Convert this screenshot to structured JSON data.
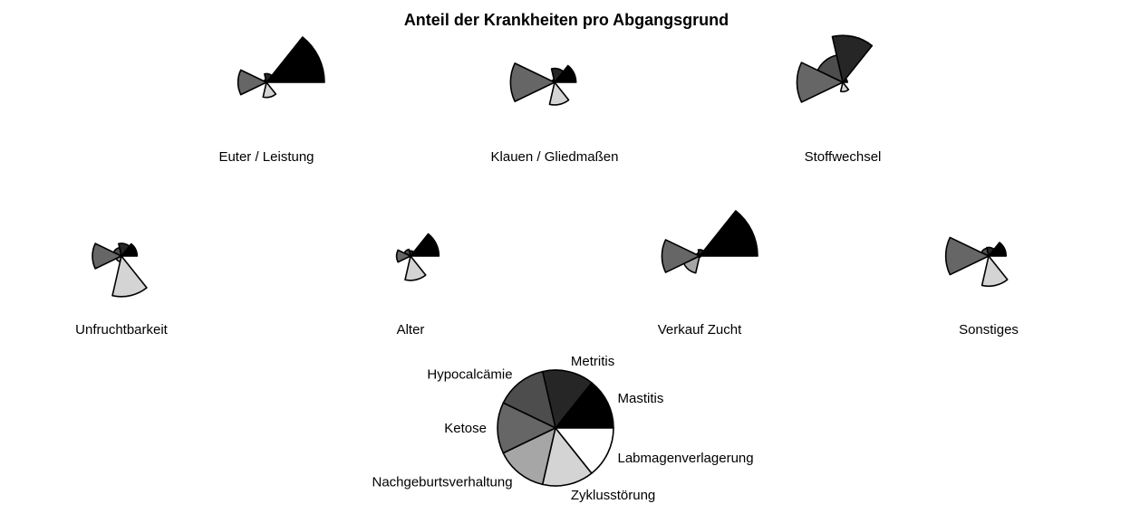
{
  "chart_data": {
    "type": "pie",
    "title": "Anteil der Krankheiten pro Abgangsgrund",
    "categories": [
      "Mastitis",
      "Metritis",
      "Hypocalcämie",
      "Ketose",
      "Nachgeburtsverhaltung",
      "Zyklusstörung",
      "Labmagenverlagerung"
    ],
    "colors": {
      "Mastitis": "#000000",
      "Metritis": "#262626",
      "Hypocalcämie": "#4d4d4d",
      "Ketose": "#666666",
      "Nachgeburtsverhaltung": "#a6a6a6",
      "Zyklusstörung": "#d4d4d4",
      "Labmagenverlagerung": "#ffffff"
    },
    "series": [
      {
        "name": "Euter / Leistung",
        "values": [
          1.0,
          0.15,
          0.05,
          0.49,
          0.02,
          0.26,
          0.0
        ]
      },
      {
        "name": "Klauen / Gliedmaßen",
        "values": [
          0.37,
          0.24,
          0.05,
          0.76,
          0.01,
          0.39,
          0.0
        ]
      },
      {
        "name": "Stoffwechsel",
        "values": [
          0.08,
          0.81,
          0.48,
          0.79,
          0.02,
          0.16,
          0.0
        ]
      },
      {
        "name": "Unfruchtbarkeit",
        "values": [
          0.27,
          0.22,
          0.15,
          0.5,
          0.1,
          0.7,
          0.0
        ]
      },
      {
        "name": "Alter",
        "values": [
          0.49,
          0.09,
          0.12,
          0.24,
          0.02,
          0.42,
          0.0
        ]
      },
      {
        "name": "Verkauf Zucht",
        "values": [
          1.0,
          0.11,
          0.06,
          0.65,
          0.3,
          0.02,
          0.0
        ]
      },
      {
        "name": "Sonstiges",
        "values": [
          0.3,
          0.15,
          0.14,
          0.74,
          0.02,
          0.52,
          0.0
        ]
      }
    ],
    "key": {
      "labels": [
        "Mastitis",
        "Metritis",
        "Hypocalcämie",
        "Ketose",
        "Nachgeburtsverhaltung",
        "Zyklusstörung",
        "Labmagenverlagerung"
      ]
    }
  }
}
